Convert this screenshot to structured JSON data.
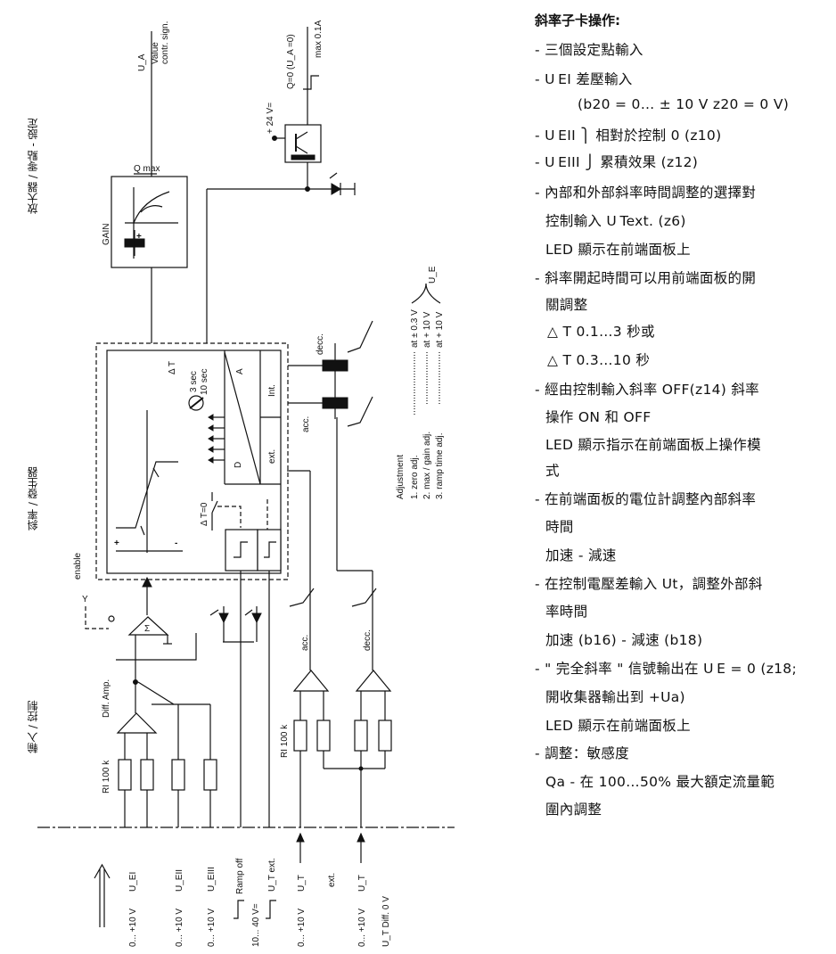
{
  "sections": {
    "amp": "放大器 / 零點 - 設定",
    "ramp": "斜率 / 發生器",
    "input": "輸入 / 控制"
  },
  "labels": {
    "ua": "U_A",
    "ua_desc1": "Value",
    "ua_desc2": "contr. sign.",
    "q_max": "Q max",
    "gain": "GAIN",
    "q0": "Q=0  (U_A =0)",
    "max_current": "max 0.1A",
    "supply": "+ 24 V=",
    "dt": "Δ T",
    "t3": "3 sec",
    "t10": "10 sec",
    "a": "A",
    "d": "D",
    "int": "Int.",
    "ext": "ext.",
    "dt0": "Δ T=0",
    "plus": "+",
    "minus": "-",
    "enable": "enable",
    "diff_amp": "Diff. Amp.",
    "ri100k_a": "RI 100 k",
    "ri100k_b": "RI 100 k",
    "decc_top": "decc.",
    "acc_top": "acc.",
    "acc_bot": "acc.",
    "decc_bot": "decc.",
    "ue": "U_E",
    "adjustment": "Adjustment",
    "adj1": "1. zero adj.",
    "adj2": "2. max / gain adj.",
    "adj3": "3. ramp time adj.",
    "adj1v": "at ± 0.3 V",
    "adj2v": "at + 10 V",
    "adj3v": "at + 10 V",
    "sigma": "Σ"
  },
  "inputs": [
    {
      "name": "U_EI",
      "range": "0... +10 V"
    },
    {
      "name": "U_EII",
      "range": "0... +10 V"
    },
    {
      "name": "U_EIII",
      "range": "0... +10 V"
    },
    {
      "name": "Ramp off",
      "range": "10... 40 V="
    },
    {
      "name": "U_T ext.",
      "range": ""
    },
    {
      "name": "U_T",
      "range": "0... +10 V"
    },
    {
      "name": "ext.",
      "range": ""
    },
    {
      "name": "U_T",
      "range": "0... +10 V"
    },
    {
      "name": "",
      "range": "U_T  Diff. 0 V"
    }
  ],
  "notes": {
    "title": "斜率子卡操作:",
    "lines": [
      "- 三個設定點輸入",
      "- U EI 差壓輸入",
      "(b20 = 0… ± 10 V z20 = 0 V)",
      "- U EII ⎫ 相對於控制 0 (z10)",
      "- U EIII ⎭ 累積效果        (z12)",
      "- 內部和外部斜率時間調整的選擇對",
      "控制輸入 U Text. (z6)",
      "LED 顯示在前端面板上",
      "- 斜率開起時間可以用前端面板的開",
      "關調整",
      "△ T 0.1…3 秒或",
      "△ T 0.3…10 秒",
      "- 經由控制輸入斜率 OFF(z14) 斜率",
      "操作 ON 和 OFF",
      "LED 顯示指示在前端面板上操作模",
      "式",
      "- 在前端面板的電位計調整內部斜率",
      "時間",
      "加速 - 減速",
      "- 在控制電壓差輸入 Ut，調整外部斜",
      "率時間",
      "加速 (b16) - 減速 (b18)",
      "- \" 完全斜率 \" 信號輸出在 U E = 0 (z18;",
      "開收集器輸出到 +Ua)",
      "LED 顯示在前端面板上",
      "- 調整：敏感度",
      "Qa - 在 100…50% 最大額定流量範",
      "圍內調整"
    ]
  }
}
